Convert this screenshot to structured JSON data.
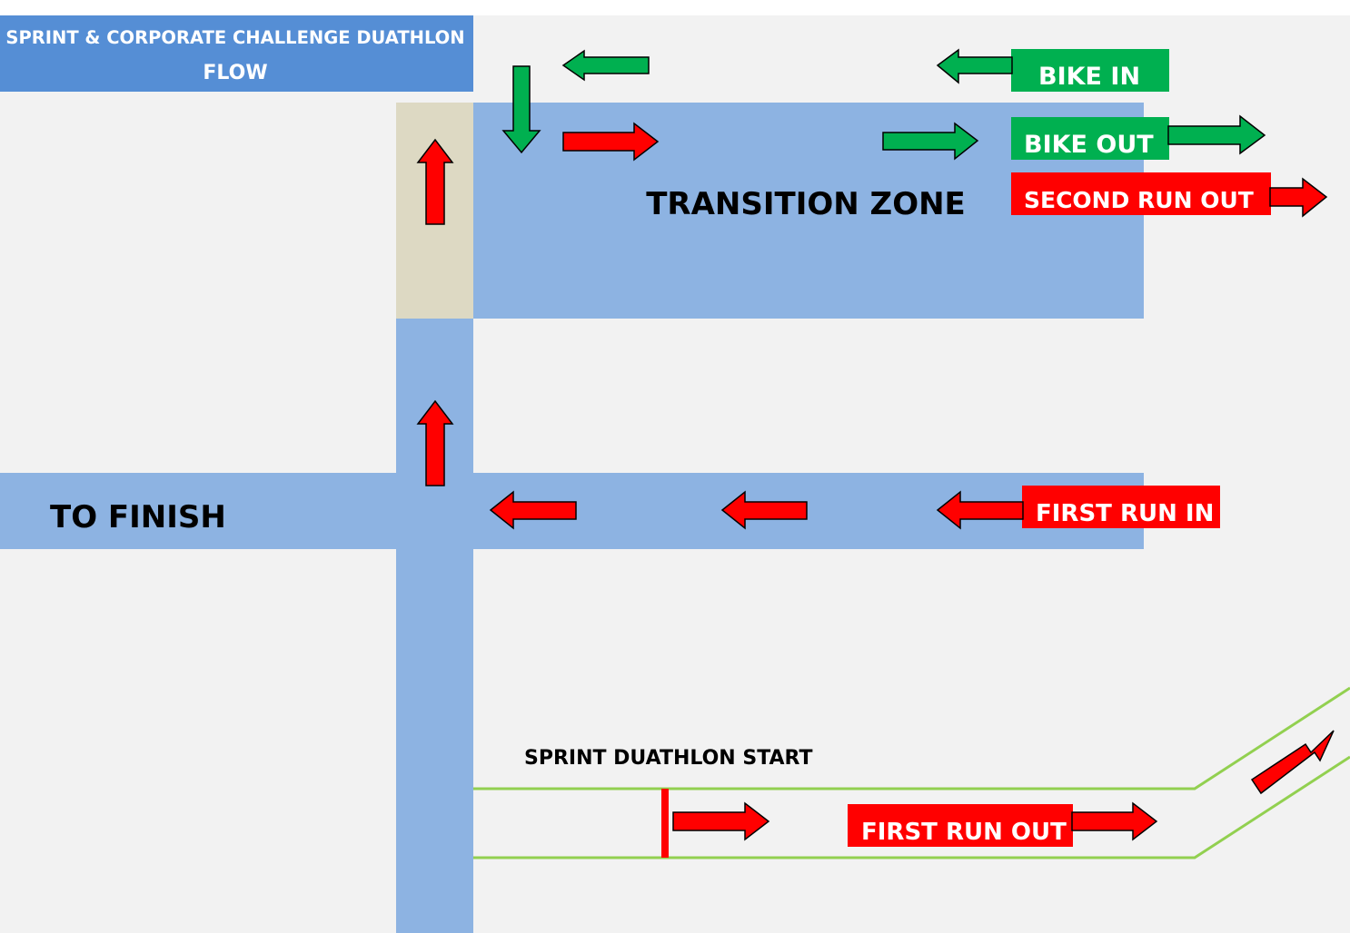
{
  "title": {
    "line1": "SPRINT & CORPORATE CHALLENGE DUATHLON",
    "line2": "FLOW"
  },
  "labels": {
    "transition_zone": "TRANSITION ZONE",
    "to_finish": "TO FINISH",
    "sprint_start": "SPRINT DUATHLON START",
    "bike_in": "BIKE IN",
    "bike_out": "BIKE OUT",
    "second_run_out": "SECOND RUN OUT",
    "first_run_in": "FIRST RUN IN",
    "first_run_out": "FIRST RUN OUT"
  },
  "colors": {
    "background": "#f2f2f2",
    "header": "#558ed5",
    "path": "#8db3e2",
    "gate": "#ddd9c3",
    "bike_green": "#00b050",
    "run_red": "#ff0000",
    "lane_green": "#92d050",
    "label_text": "#ffffff",
    "dark_text": "#000000"
  }
}
